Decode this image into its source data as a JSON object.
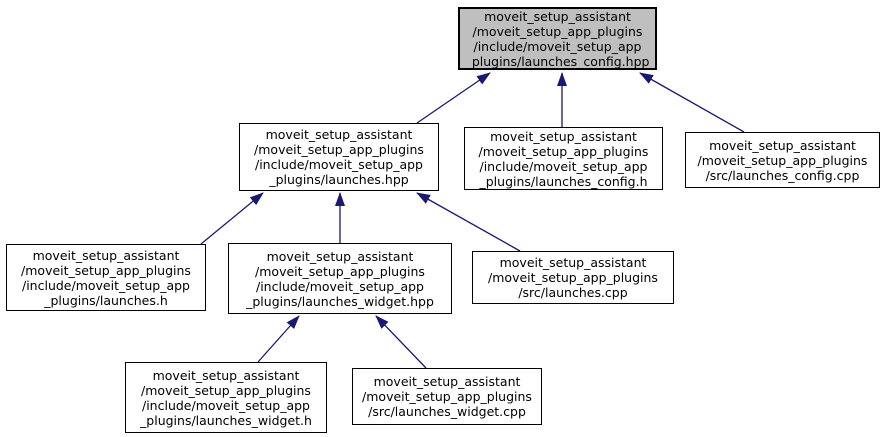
{
  "diagram": {
    "kind": "include-dependency-graph",
    "colors": {
      "edge": "#191970",
      "node_border": "#000000",
      "node_fill": "#ffffff",
      "highlighted_node_fill": "#bfbfbf",
      "background": "#ffffff",
      "text": "#000000"
    },
    "nodes": [
      {
        "id": "launches_config_hpp",
        "highlighted": true,
        "lines": [
          "moveit_setup_assistant",
          "/moveit_setup_app_plugins",
          "/include/moveit_setup_app",
          "_plugins/launches_config.hpp"
        ]
      },
      {
        "id": "launches_hpp",
        "highlighted": false,
        "lines": [
          "moveit_setup_assistant",
          "/moveit_setup_app_plugins",
          "/include/moveit_setup_app",
          "_plugins/launches.hpp"
        ]
      },
      {
        "id": "launches_config_h",
        "highlighted": false,
        "lines": [
          "moveit_setup_assistant",
          "/moveit_setup_app_plugins",
          "/include/moveit_setup_app",
          "_plugins/launches_config.h"
        ]
      },
      {
        "id": "launches_config_cpp",
        "highlighted": false,
        "lines": [
          "moveit_setup_assistant",
          "/moveit_setup_app_plugins",
          "/src/launches_config.cpp"
        ]
      },
      {
        "id": "launches_h",
        "highlighted": false,
        "lines": [
          "moveit_setup_assistant",
          "/moveit_setup_app_plugins",
          "/include/moveit_setup_app",
          "_plugins/launches.h"
        ]
      },
      {
        "id": "launches_widget_hpp",
        "highlighted": false,
        "lines": [
          "moveit_setup_assistant",
          "/moveit_setup_app_plugins",
          "/include/moveit_setup_app",
          "_plugins/launches_widget.hpp"
        ]
      },
      {
        "id": "launches_cpp",
        "highlighted": false,
        "lines": [
          "moveit_setup_assistant",
          "/moveit_setup_app_plugins",
          "/src/launches.cpp"
        ]
      },
      {
        "id": "launches_widget_h",
        "highlighted": false,
        "lines": [
          "moveit_setup_assistant",
          "/moveit_setup_app_plugins",
          "/include/moveit_setup_app",
          "_plugins/launches_widget.h"
        ]
      },
      {
        "id": "launches_widget_cpp",
        "highlighted": false,
        "lines": [
          "moveit_setup_assistant",
          "/moveit_setup_app_plugins",
          "/src/launches_widget.cpp"
        ]
      }
    ],
    "edges": [
      {
        "from": "launches_hpp",
        "to": "launches_config_hpp"
      },
      {
        "from": "launches_config_h",
        "to": "launches_config_hpp"
      },
      {
        "from": "launches_config_cpp",
        "to": "launches_config_hpp"
      },
      {
        "from": "launches_h",
        "to": "launches_hpp"
      },
      {
        "from": "launches_widget_hpp",
        "to": "launches_hpp"
      },
      {
        "from": "launches_cpp",
        "to": "launches_hpp"
      },
      {
        "from": "launches_widget_h",
        "to": "launches_widget_hpp"
      },
      {
        "from": "launches_widget_cpp",
        "to": "launches_widget_hpp"
      }
    ]
  }
}
